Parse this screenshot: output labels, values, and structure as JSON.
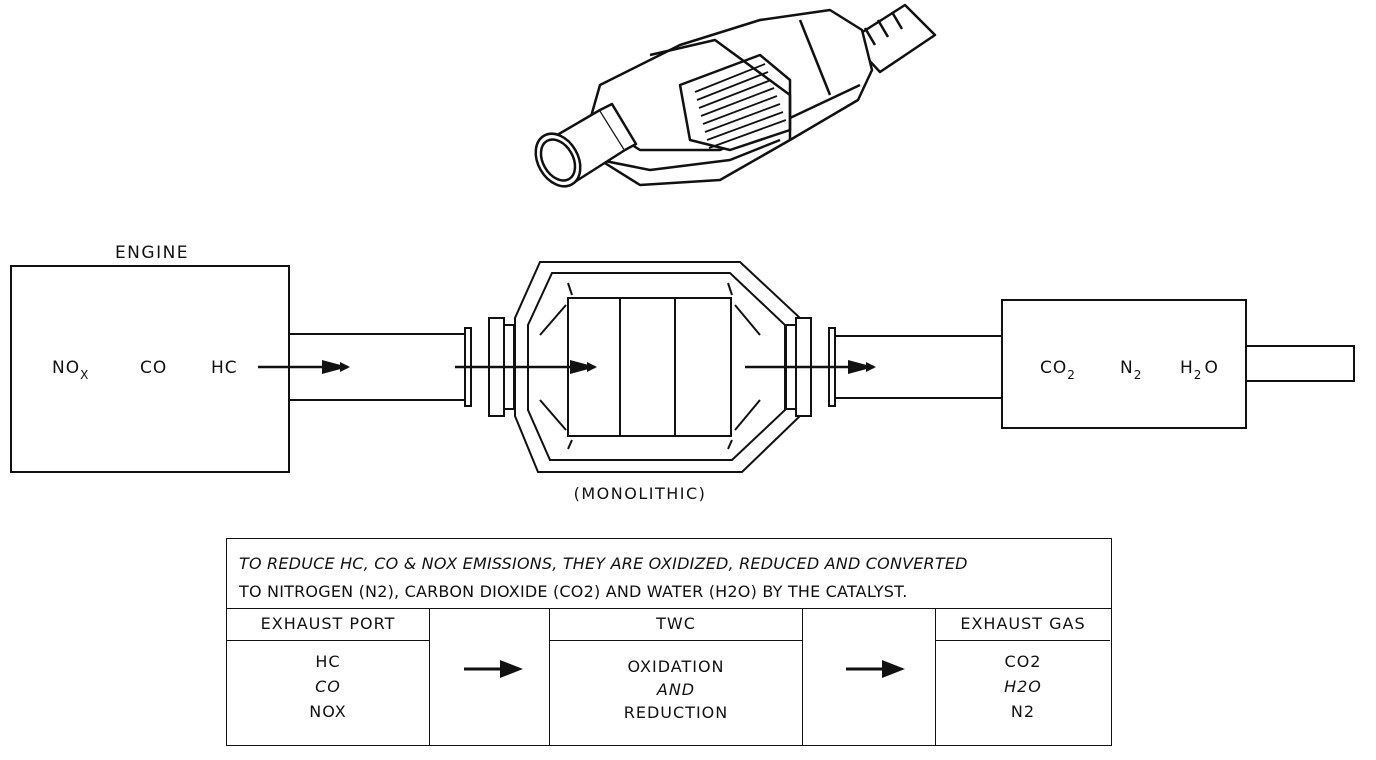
{
  "engine": {
    "title": "ENGINE",
    "gases": [
      "NO",
      "CO",
      "HC"
    ],
    "nox_sub": "X"
  },
  "converter": {
    "caption": "(MONOLITHIC)"
  },
  "outlet": {
    "gases": [
      "CO",
      "N",
      "H"
    ],
    "co2_sub": "2",
    "n2_sub": "2",
    "h2o_sub": "2",
    "h2o_tail": "O"
  },
  "summary": {
    "note_line1": "TO REDUCE HC, CO & NOX EMISSIONS, THEY ARE OXIDIZED, REDUCED AND CONVERTED",
    "note_line2": "TO NITROGEN (N2), CARBON DIOXIDE (CO2) AND WATER (H2O) BY THE CATALYST.",
    "columns": [
      {
        "header": "EXHAUST PORT",
        "items": [
          "HC",
          "CO",
          "NOX"
        ]
      },
      {
        "header": "TWC",
        "items": [
          "OXIDATION",
          "AND",
          "REDUCTION"
        ]
      },
      {
        "header": "EXHAUST GAS",
        "items": [
          "CO2",
          "H2O",
          "N2"
        ]
      }
    ]
  },
  "colors": {
    "ink": "#111111",
    "paper": "#ffffff"
  },
  "icons": [
    "catalytic-converter-illustration",
    "flow-arrow"
  ]
}
